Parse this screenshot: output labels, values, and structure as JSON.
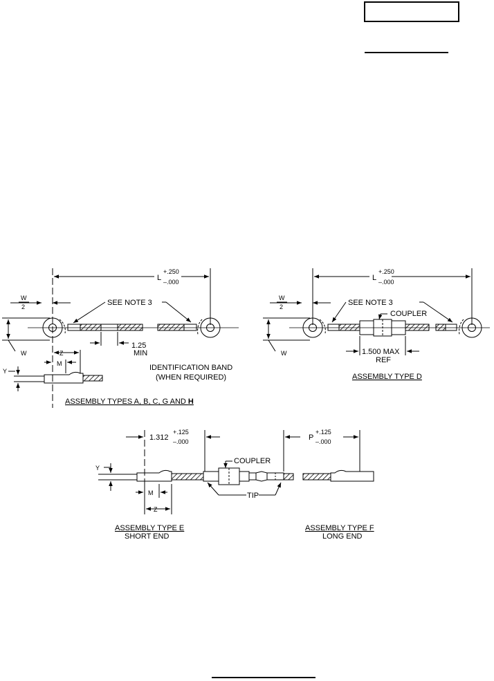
{
  "drawing": {
    "see_note": "SEE NOTE 3",
    "coupler": "COUPLER",
    "tip": "TIP",
    "dim_L": "L",
    "tol_250_plus": "+.250",
    "tol_000_minus": "–.000",
    "tol_125_plus": "+.125",
    "dim_W": "W",
    "dim_W_half_num": "W",
    "dim_W_half_den": "2",
    "dim_Z": "Z",
    "dim_M": "M",
    "dim_Y": "Y",
    "dim_P": "P",
    "dim_1312": "1.312",
    "dim_125_min_1": "1.25",
    "dim_125_min_2": "MIN",
    "dim_1500_1": "1.500 MAX",
    "dim_1500_2": "REF",
    "id_band_1": "IDENTIFICATION BAND",
    "id_band_2": "(WHEN REQUIRED)"
  },
  "captions": {
    "types_abcgh_prefix": "ASSEMBLY TYPES A, B, C, G AND ",
    "types_abcgh_bold": "H",
    "type_d": "ASSEMBLY TYPE  D",
    "type_e": "ASSEMBLY TYPE  E",
    "type_e_sub": "SHORT END",
    "type_f": "ASSEMBLY TYPE  F",
    "type_f_sub": "LONG END"
  }
}
